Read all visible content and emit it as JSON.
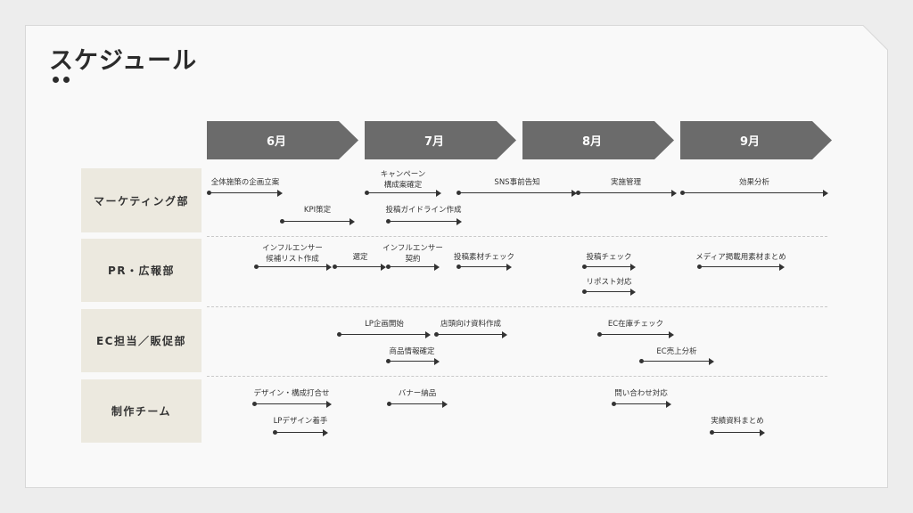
{
  "title": "スケジュール",
  "months": [
    "6月",
    "7月",
    "8月",
    "9月"
  ],
  "departments": [
    "マーケティング部",
    "PR・広報部",
    "EC担当／販促部",
    "制作チーム"
  ],
  "tasks": {
    "t1": "全体施策の企画立案",
    "t2": "KPI策定",
    "t3a": "キャンペーン",
    "t3b": "構成案確定",
    "t4": "投稿ガイドライン作成",
    "t5": "SNS事前告知",
    "t6": "実施管理",
    "t7": "効果分析",
    "p1a": "インフルエンサー",
    "p1b": "候補リスト作成",
    "p2": "選定",
    "p3a": "インフルエンサー",
    "p3b": "契約",
    "p4": "投稿素材チェック",
    "p5": "投稿チェック",
    "p6": "リポスト対応",
    "p7": "メディア掲載用素材まとめ",
    "e1": "LP企画開始",
    "e2": "店頭向け資料作成",
    "e3": "商品情報確定",
    "e4": "EC在庫チェック",
    "e5": "EC売上分析",
    "c1": "デザイン・構成打合せ",
    "c2": "LPデザイン着手",
    "c3": "バナー納品",
    "c4": "問い合わせ対応",
    "c5": "実績資料まとめ"
  },
  "colors": {
    "month_arrow": "#6b6b6b",
    "dept_bg": "#ece9df",
    "slide_bg": "#f9f9f9",
    "page_bg": "#ededed",
    "ink": "#333333"
  }
}
